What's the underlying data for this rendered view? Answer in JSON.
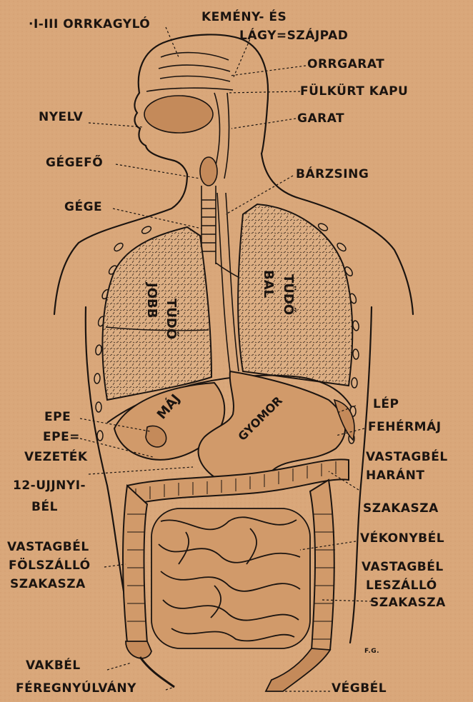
{
  "colors": {
    "paper": "#d9a77a",
    "paper_dark": "#c8905f",
    "ink": "#1b1410",
    "lung": "#dcae83",
    "lung_hatch": "#3a2a1e"
  },
  "labels": {
    "orrkagylo": "·I-III ORRKAGYLÓ",
    "kemeny": "KEMÉNY- ÉS",
    "lagy": "LÁGY=SZÁJPAD",
    "orrgarat": "ORRGARAT",
    "fulkurt": "FÜLKÜRT KAPU",
    "nyelv": "NYELV",
    "garat": "GARAT",
    "gegefo": "GÉGEFŐ",
    "barzsing": "BÁRZSING",
    "gege": "GÉGE",
    "epe": "EPE",
    "lep": "LÉP",
    "epe2": "EPE=",
    "vezetek": "VEZETÉK",
    "fehermaj": "FEHÉRMÁJ",
    "ujjnyi1": "12-UJJNYI-",
    "ujjnyi2": "BÉL",
    "vastag_harant1": "VASTAGBÉL",
    "vastag_harant2": "HARÁNT",
    "vastag_harant3": "SZAKASZA",
    "vastag_fol1": "VASTAGBÉL",
    "vastag_fol2": "FÖLSZÁLLÓ",
    "vastag_fol3": "SZAKASZA",
    "vekonybel": "VÉKONYBÉL",
    "vastag_le1": "VASTAGBÉL",
    "vastag_le2": "LESZÁLLÓ",
    "vastag_le3": "SZAKASZA",
    "vakbel": "VAKBÉL",
    "feregnyulvany": "FÉREGNYÚLVÁNY",
    "vegbel": "VÉGBÉL",
    "signature": "F.G."
  },
  "organ_text": {
    "jobb": "JOBB",
    "tudo_left": "TÜDŐ",
    "bal": "BAL",
    "tudo_right": "TÜDŐ",
    "maj": "MÁJ",
    "gyomor": "GYOMOR"
  }
}
